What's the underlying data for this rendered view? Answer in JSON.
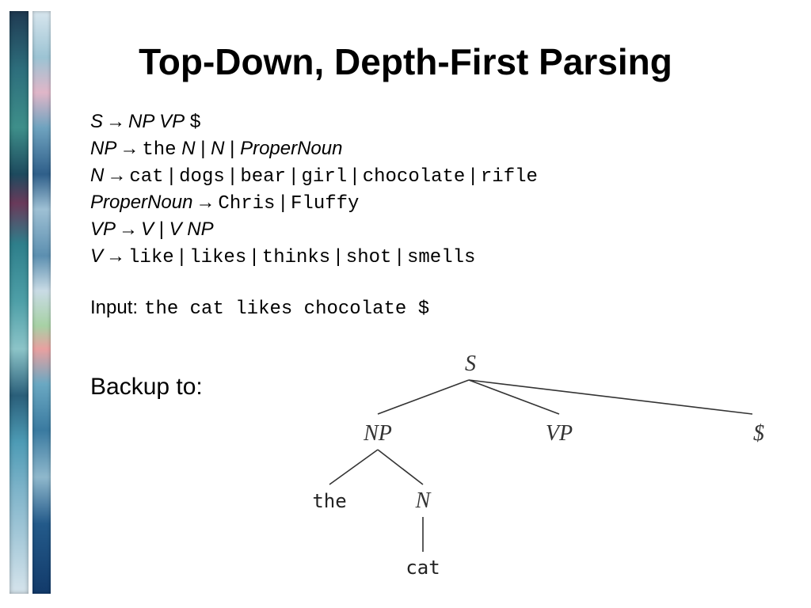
{
  "title": "Top-Down, Depth-First Parsing",
  "grammar": {
    "arrow": "→",
    "rules": [
      {
        "lhs": "S",
        "rhs": [
          {
            "t": "NP VP",
            "s": "it"
          },
          {
            "t": " $",
            "s": "rm"
          }
        ]
      },
      {
        "lhs": "NP",
        "rhs": [
          {
            "t": "the",
            "s": "mono"
          },
          {
            "t": " N",
            "s": "it"
          },
          {
            "t": " | ",
            "s": "rm"
          },
          {
            "t": "N",
            "s": "it"
          },
          {
            "t": " | ",
            "s": "rm"
          },
          {
            "t": "ProperNoun",
            "s": "it"
          }
        ]
      },
      {
        "lhs": "N",
        "rhs": [
          {
            "t": "cat",
            "s": "mono"
          },
          {
            "t": " | ",
            "s": "rm"
          },
          {
            "t": "dogs",
            "s": "mono"
          },
          {
            "t": " | ",
            "s": "rm"
          },
          {
            "t": "bear",
            "s": "mono"
          },
          {
            "t": " | ",
            "s": "rm"
          },
          {
            "t": "girl",
            "s": "mono"
          },
          {
            "t": " | ",
            "s": "rm"
          },
          {
            "t": "chocolate",
            "s": "mono"
          },
          {
            "t": " | ",
            "s": "rm"
          },
          {
            "t": "rifle",
            "s": "mono"
          }
        ]
      },
      {
        "lhs": "ProperNoun",
        "rhs": [
          {
            "t": "Chris",
            "s": "mono"
          },
          {
            "t": " | ",
            "s": "rm"
          },
          {
            "t": "Fluffy",
            "s": "mono"
          }
        ]
      },
      {
        "lhs": "VP",
        "rhs": [
          {
            "t": "V",
            "s": "it"
          },
          {
            "t": " | ",
            "s": "rm"
          },
          {
            "t": "V NP",
            "s": "it"
          }
        ]
      },
      {
        "lhs": "V",
        "rhs": [
          {
            "t": "like",
            "s": "mono"
          },
          {
            "t": " | ",
            "s": "rm"
          },
          {
            "t": "likes",
            "s": "mono"
          },
          {
            "t": " | ",
            "s": "rm"
          },
          {
            "t": "thinks",
            "s": "mono"
          },
          {
            "t": " | ",
            "s": "rm"
          },
          {
            "t": "shot",
            "s": "mono"
          },
          {
            "t": " | ",
            "s": "rm"
          },
          {
            "t": "smells",
            "s": "mono"
          }
        ]
      }
    ]
  },
  "input": {
    "label": "Input:",
    "value": "the cat likes chocolate $"
  },
  "backup_label": "Backup to:",
  "tree": {
    "nodes": [
      {
        "id": "S",
        "label": "S",
        "kind": "node"
      },
      {
        "id": "NP",
        "label": "NP",
        "kind": "node"
      },
      {
        "id": "VP",
        "label": "VP",
        "kind": "node"
      },
      {
        "id": "DOLLAR",
        "label": "$",
        "kind": "node"
      },
      {
        "id": "THE",
        "label": "the",
        "kind": "leaf"
      },
      {
        "id": "N",
        "label": "N",
        "kind": "node"
      },
      {
        "id": "CAT",
        "label": "cat",
        "kind": "leaf"
      }
    ],
    "edges": [
      [
        "S",
        "NP"
      ],
      [
        "S",
        "VP"
      ],
      [
        "S",
        "DOLLAR"
      ],
      [
        "NP",
        "THE"
      ],
      [
        "NP",
        "N"
      ],
      [
        "N",
        "CAT"
      ]
    ]
  }
}
